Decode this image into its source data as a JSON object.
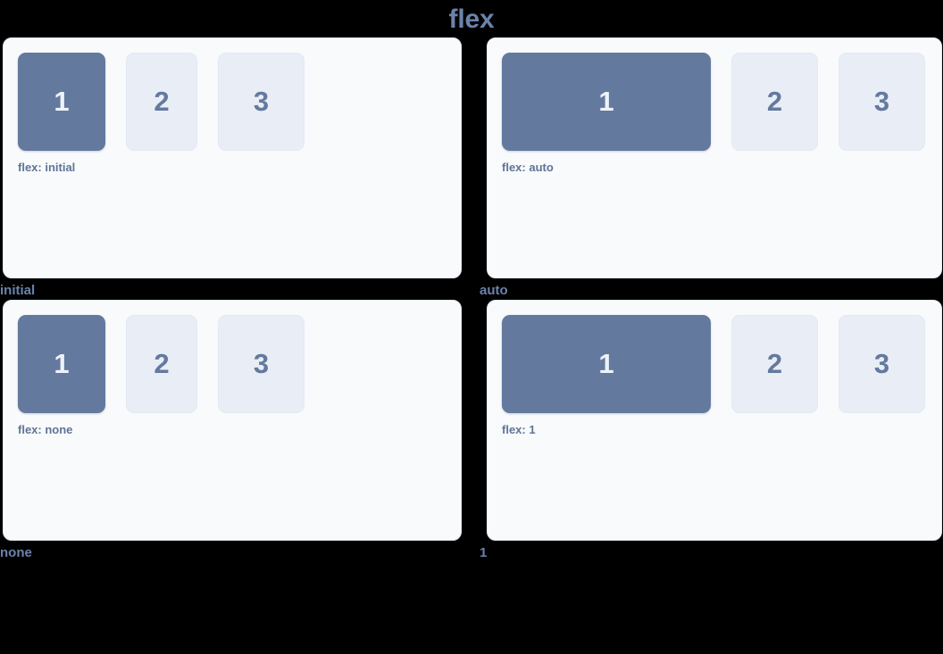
{
  "title": "flex",
  "colors": {
    "background": "#000000",
    "title": "#6b83ab",
    "card_bg": "#f8fafc",
    "card_border": "#e6ecf4",
    "box_primary_bg": "#64799e",
    "box_primary_text": "#eef2fb",
    "box_muted_bg": "#e8edf6",
    "box_muted_text": "#64799e",
    "caption_text": "#5f7496",
    "cell_label": "#6b83ab"
  },
  "demos": [
    {
      "label": "initial",
      "caption": "flex: initial",
      "boxes": [
        {
          "text": "1",
          "style": "primary",
          "width": "w-fixed"
        },
        {
          "text": "2",
          "style": "muted",
          "width": "w-small"
        },
        {
          "text": "3",
          "style": "muted",
          "width": "w-small2"
        }
      ]
    },
    {
      "label": "auto",
      "caption": "flex: auto",
      "boxes": [
        {
          "text": "1",
          "style": "primary",
          "width": "w-grow"
        },
        {
          "text": "2",
          "style": "muted",
          "width": "w-small2"
        },
        {
          "text": "3",
          "style": "muted",
          "width": "w-small2"
        }
      ]
    },
    {
      "label": "none",
      "caption": "flex: none",
      "boxes": [
        {
          "text": "1",
          "style": "primary",
          "width": "w-fixed"
        },
        {
          "text": "2",
          "style": "muted",
          "width": "w-small"
        },
        {
          "text": "3",
          "style": "muted",
          "width": "w-small2"
        }
      ]
    },
    {
      "label": "1",
      "caption": "flex: 1",
      "boxes": [
        {
          "text": "1",
          "style": "primary",
          "width": "w-grow"
        },
        {
          "text": "2",
          "style": "muted",
          "width": "w-small2"
        },
        {
          "text": "3",
          "style": "muted",
          "width": "w-small2"
        }
      ]
    }
  ]
}
